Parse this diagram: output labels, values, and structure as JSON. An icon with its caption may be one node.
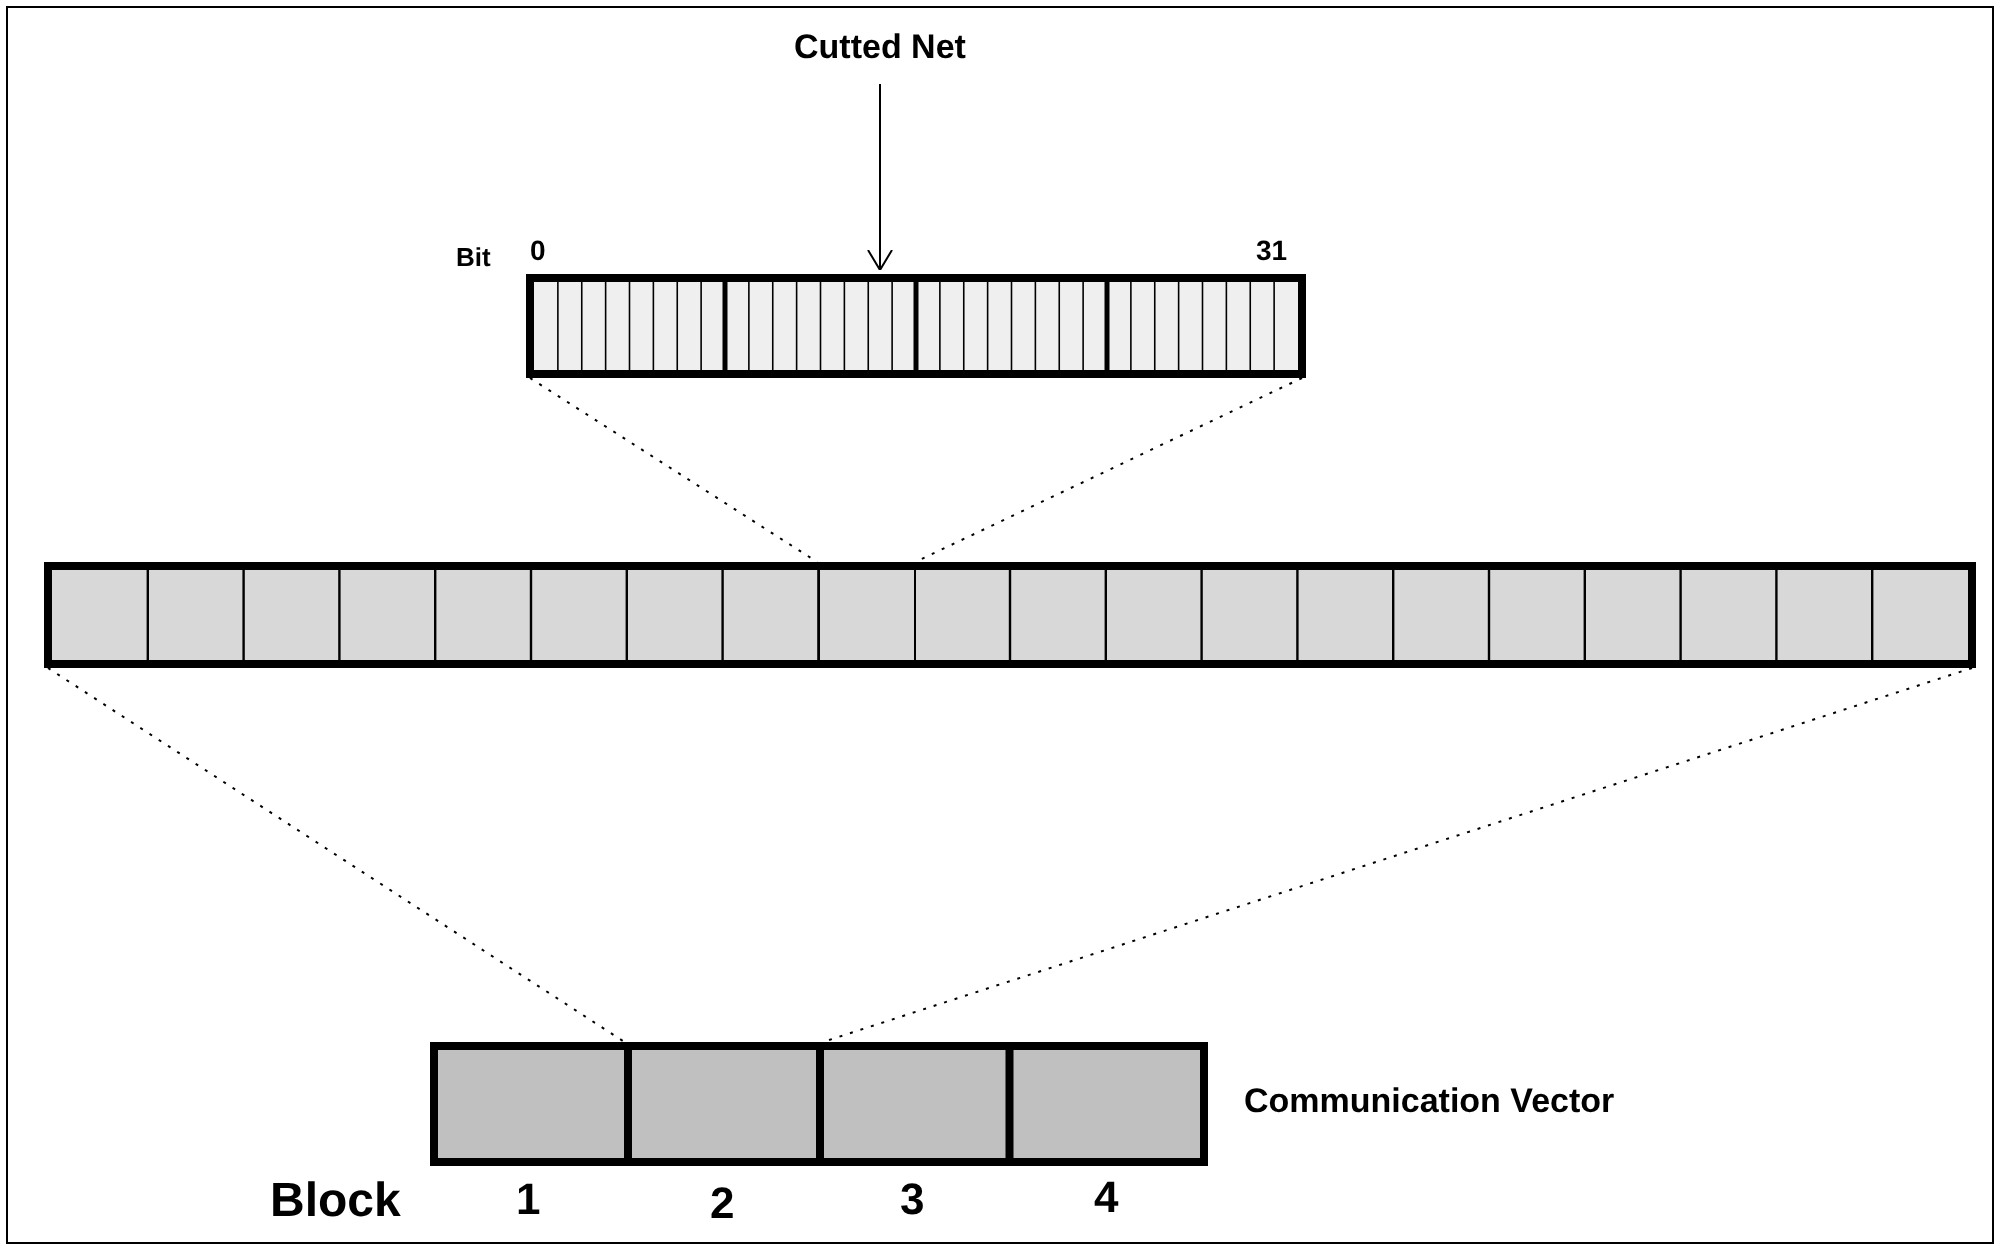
{
  "diagram": {
    "nodes": [
      {
        "text": [
          "Cutted Net"
        ]
      },
      {
        "text": [],
        "shape": "bar"
      },
      {
        "text": [],
        "shape": "bar"
      },
      {
        "text": [],
        "shape": "box",
        "in": 2
      },
      {
        "text": [],
        "shape": "bar",
        "beside": [
          "Communication Vector"
        ]
      },
      {
        "text": [],
        "shape": "box",
        "in": 4
      }
    ],
    "edges": [
      {
        "from": 0,
        "to": 1,
        "arrow": "to"
      },
      {
        "from": 1,
        "to": 3,
        "arrow": "none",
        "style": "dashed"
      },
      {
        "from": 1,
        "to": 3,
        "arrow": "none",
        "style": "dashed"
      },
      {
        "from": 2,
        "to": 5,
        "arrow": "none",
        "style": "dashed"
      },
      {
        "from": 2,
        "to": 5,
        "arrow": "none",
        "style": "dashed"
      }
    ],
    "labels": [
      "Bit",
      "0",
      "31",
      "Block",
      "1",
      "2",
      "3",
      "4"
    ]
  }
}
